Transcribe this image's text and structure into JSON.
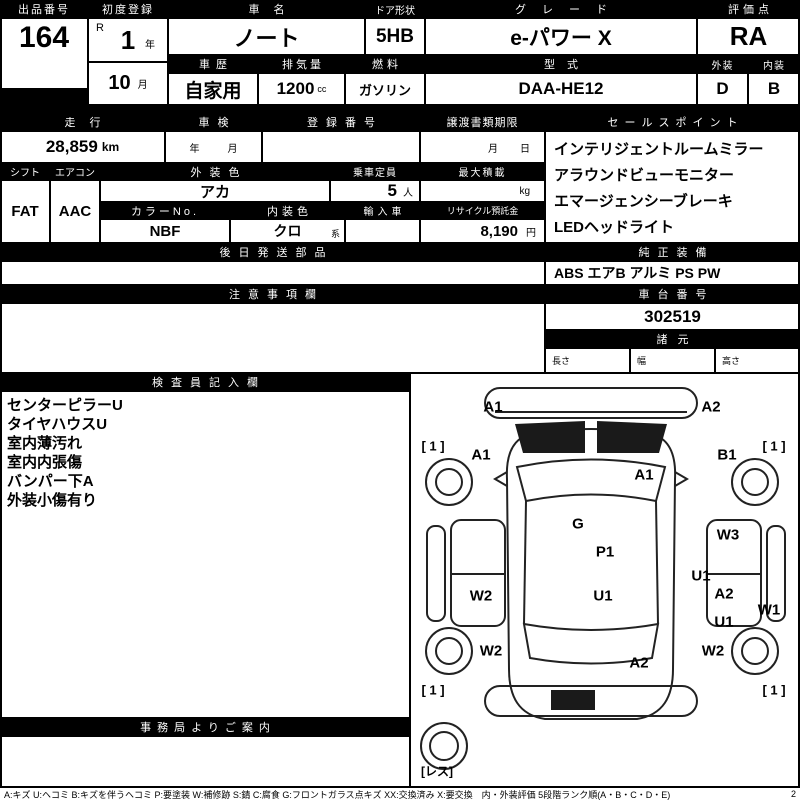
{
  "top": {
    "exhibit_no_label": "出品番号",
    "exhibit_no": "164",
    "first_reg_label": "初度登録",
    "first_reg_era": "R",
    "first_reg_year": "1",
    "first_reg_year_unit": "年",
    "first_reg_month": "10",
    "first_reg_month_unit": "月",
    "car_name_label": "車名",
    "car_name": "ノート",
    "door_label": "ドア形状",
    "door": "5HB",
    "grade_label": "グレード",
    "grade": "e-パワー X",
    "score_label": "評価点",
    "score": "RA",
    "history_label": "車歴",
    "history": "自家用",
    "displacement_label": "排気量",
    "displacement": "1200",
    "displacement_unit": "cc",
    "fuel_label": "燃料",
    "fuel": "ガソリン",
    "model_label": "型式",
    "model": "DAA-HE12",
    "exterior_label": "外装",
    "exterior_score": "D",
    "interior_label": "内装",
    "interior_score": "B"
  },
  "mileage_row": {
    "mileage_label": "走行",
    "mileage_value": "28,859",
    "mileage_unit": "km",
    "inspection_label": "車検",
    "inspection_year_unit": "年",
    "inspection_month_unit": "月",
    "reg_no_label": "登録番号",
    "transfer_label": "譲渡書類期限",
    "transfer_month_unit": "月",
    "transfer_day_unit": "日"
  },
  "sales": {
    "label": "セールスポイント",
    "points": [
      "インテリジェントルームミラー",
      "アラウンドビューモニター",
      "エマージェンシーブレーキ",
      "LEDヘッドライト"
    ]
  },
  "spec_row": {
    "shift_label": "シフト",
    "shift": "FAT",
    "aircon_label": "エアコン",
    "aircon": "AAC",
    "ext_color_label": "外装色",
    "ext_color": "アカ",
    "capacity_label": "乗車定員",
    "capacity": "5",
    "capacity_unit": "人",
    "max_load_label": "最大積載",
    "max_load_unit": "kg",
    "color_no_label": "カラーNo.",
    "color_no": "NBF",
    "int_color_label": "内装色",
    "int_color": "クロ",
    "int_color_suffix": "系",
    "import_label": "輸入車",
    "recycle_label": "リサイクル預託金",
    "recycle_value": "8,190",
    "recycle_unit": "円"
  },
  "shipping": {
    "later_parts_label": "後日発送部品",
    "equipment_label": "純正装備",
    "equipment": "ABS エアB アルミ PS PW"
  },
  "notes_section": {
    "notes_label": "注意事項欄",
    "chassis_label": "車台番号",
    "chassis_no": "302519",
    "specs_label": "諸元",
    "length_label": "長さ",
    "width_label": "幅",
    "height_label": "高さ"
  },
  "inspector": {
    "label": "検査員記入欄",
    "notes": [
      "センターピラーU",
      "タイヤハウスU",
      "室内薄汚れ",
      "室内内張傷",
      "バンパー下A",
      "外装小傷有り"
    ],
    "office_label": "事務局よりご案内"
  },
  "diagram": {
    "markers": [
      "A1",
      "A2",
      "[ 1 ]",
      "A1",
      "B1",
      "[ 1 ]",
      "A1",
      "G",
      "W3",
      "P1",
      "U1",
      "W2",
      "U1",
      "A2",
      "W1",
      "U1",
      "W2",
      "W2",
      "A2",
      "[ 1 ]",
      "[ 1 ]",
      "[レス]"
    ]
  },
  "legend": {
    "text": "A:キズ U:ヘコミ B:キズを伴うヘコミ P:要塗装 W:補修跡 S:錆 C:腐食 G:フロントガラス点キズ XX:交換済み X:要交換　内・外装評価 5段階ランク順(A・B・C・D・E)",
    "suffix": "2"
  }
}
